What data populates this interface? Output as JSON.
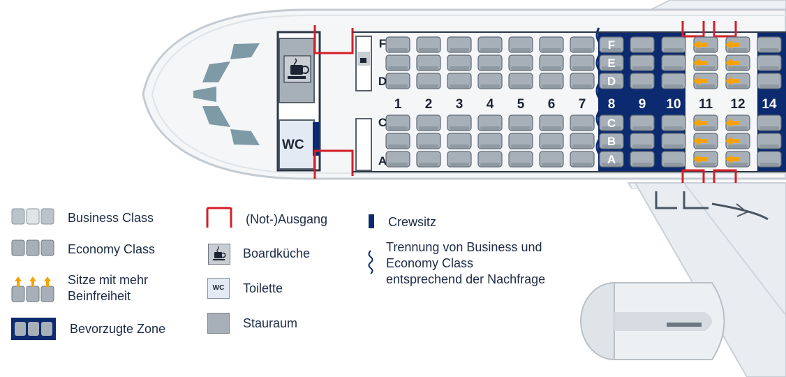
{
  "colors": {
    "navy": "#0b2a6f",
    "exit_red": "#d51f27",
    "arrow_orange": "#f5a300",
    "seat_grey": "#a7b0b8",
    "fuselage": "#f4f6f8",
    "window_teal": "#7f9aa7"
  },
  "cabin": {
    "row_numbers": [
      "1",
      "2",
      "3",
      "4",
      "5",
      "6",
      "7",
      "8",
      "9",
      "10",
      "11",
      "12",
      "14"
    ],
    "seat_letters_left": [
      "F",
      "D",
      "C",
      "A"
    ],
    "seat_letters_preferred_top": [
      "F",
      "E",
      "D"
    ],
    "seat_letters_preferred_bottom": [
      "C",
      "B",
      "A"
    ],
    "wc_label": "WC"
  },
  "legend": {
    "business_class": "Business Class",
    "economy_class": "Economy Class",
    "extra_legroom": "Sitze mit mehr Beinfreiheit",
    "preferred_zone": "Bevorzugte Zone",
    "emergency_exit": "(Not-)Ausgang",
    "galley": "Boardküche",
    "toilet": "Toilette",
    "toilet_icon_label": "WC",
    "storage": "Stauraum",
    "crew_seat": "Crewsitz",
    "class_divider": "Trennung von Business und Economy Class entsprechend der Nachfrage"
  }
}
